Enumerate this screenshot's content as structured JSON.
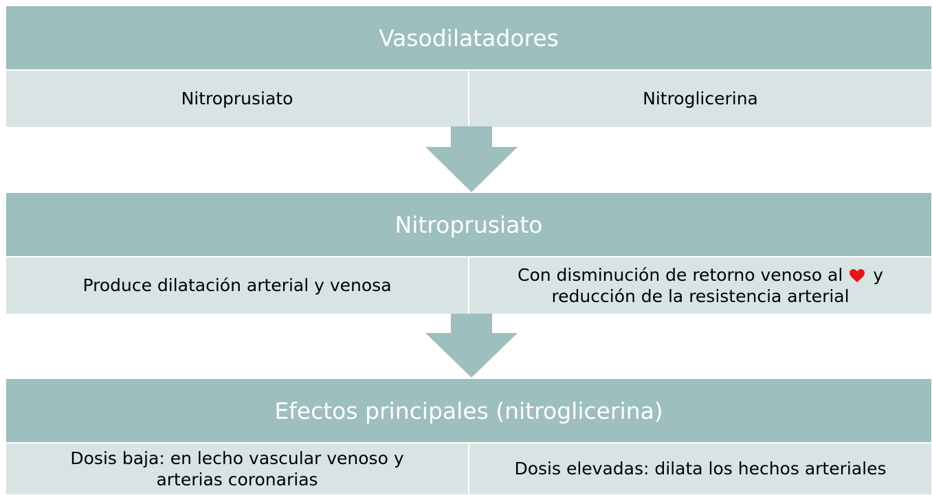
{
  "section1": {
    "title": "Vasodilatadores",
    "left": "Nitroprusiato",
    "right": "Nitroglicerina"
  },
  "section2": {
    "title": "Nitroprusiato",
    "left": "Produce dilatación arterial y venosa",
    "right_line1_before": "Con disminución de retorno venoso al",
    "right_line1_after": "y",
    "right_line2": "reducción de la resistencia arterial",
    "heart_icon": "heart-icon"
  },
  "section3": {
    "title": "Efectos principales (nitroglicerina)",
    "left_line1": "Dosis baja: en lecho vascular venoso y",
    "left_line2": "arterias coronarias",
    "right": "Dosis elevadas: dilata los hechos arteriales"
  },
  "colors": {
    "header_bg": "#9dbfbd",
    "cell_bg": "#d8e4e3",
    "arrow": "#9dbfbd",
    "heart": "#e8141a"
  }
}
